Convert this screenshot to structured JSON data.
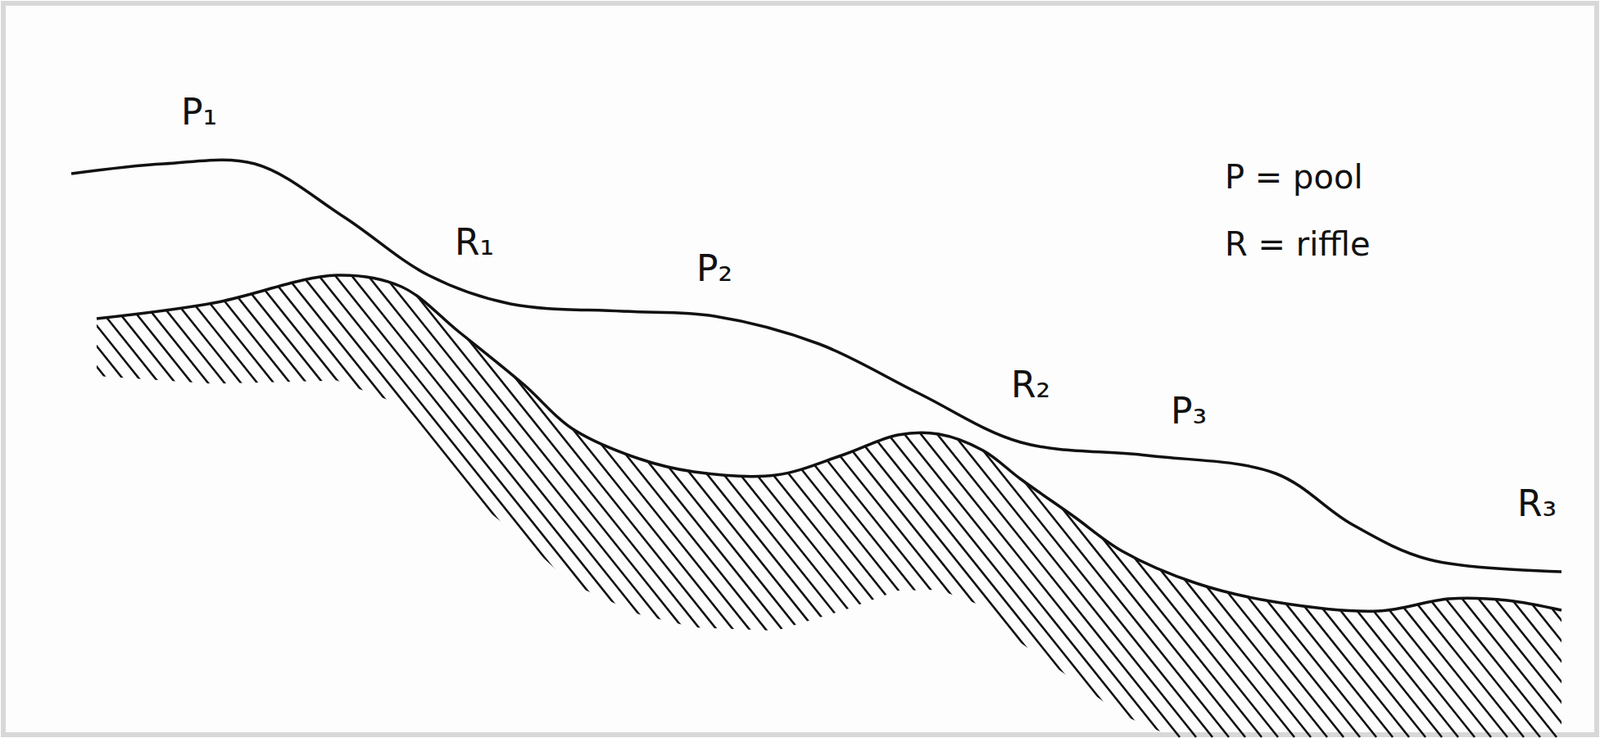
{
  "diagram": {
    "labels": [
      "P₁",
      "R₁",
      "P₂",
      "R₂",
      "P₃",
      "R₃",
      "P = pool",
      "R = riffle"
    ]
  }
}
